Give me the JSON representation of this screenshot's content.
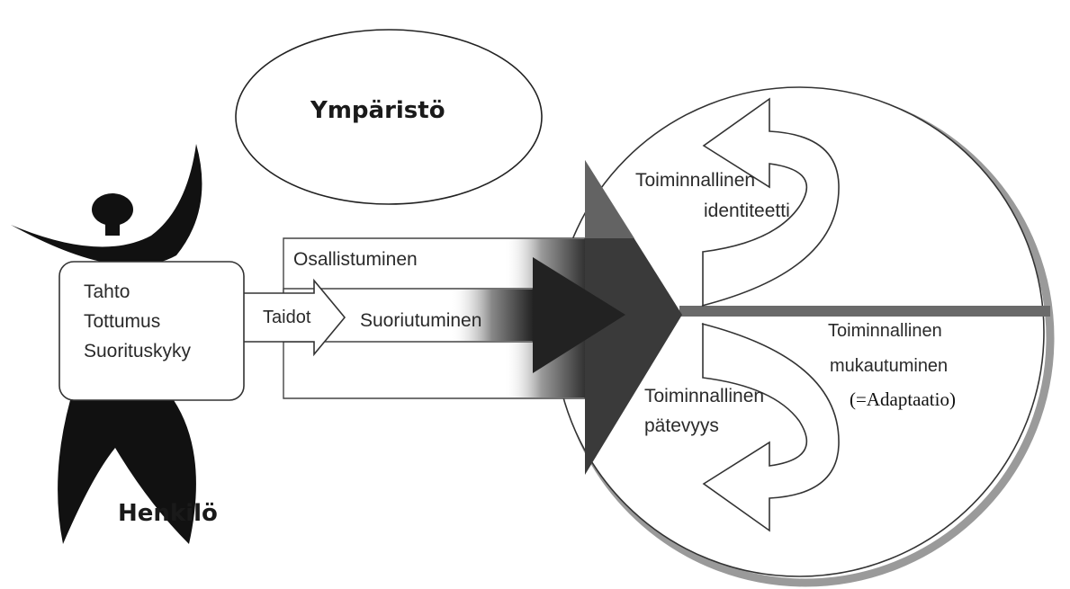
{
  "environment": {
    "label": "Ympäristö"
  },
  "person": {
    "label": "Henkilö",
    "box_lines": [
      "Tahto",
      "Tottumus",
      "Suorituskyky"
    ]
  },
  "arrows": {
    "skills": "Taidot",
    "participation": "Osallistuminen",
    "performance": "Suoriutuminen"
  },
  "outcomes": {
    "identity": [
      "Toiminnallinen",
      "identiteetti"
    ],
    "competence": [
      "Toiminnallinen",
      "pätevyys"
    ],
    "adaptation": [
      "Toiminnallinen",
      "mukautuminen"
    ],
    "adaptation_note": "(=Adaptaatio)"
  }
}
